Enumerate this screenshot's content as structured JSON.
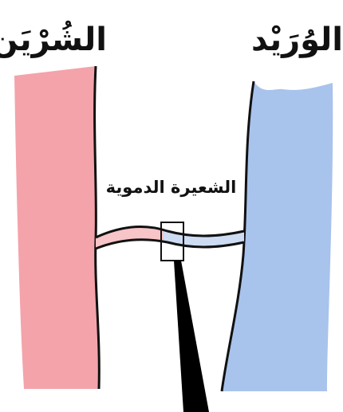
{
  "labels": {
    "artery": "الشُرْيَن",
    "vein": "الوُرَيْد",
    "capillary": "الشعيرة الدموية"
  },
  "colors": {
    "artery_fill": "#f4a3ab",
    "vein_fill": "#a8c3ec",
    "outline": "#111111",
    "zoom_pointer": "#000000"
  }
}
